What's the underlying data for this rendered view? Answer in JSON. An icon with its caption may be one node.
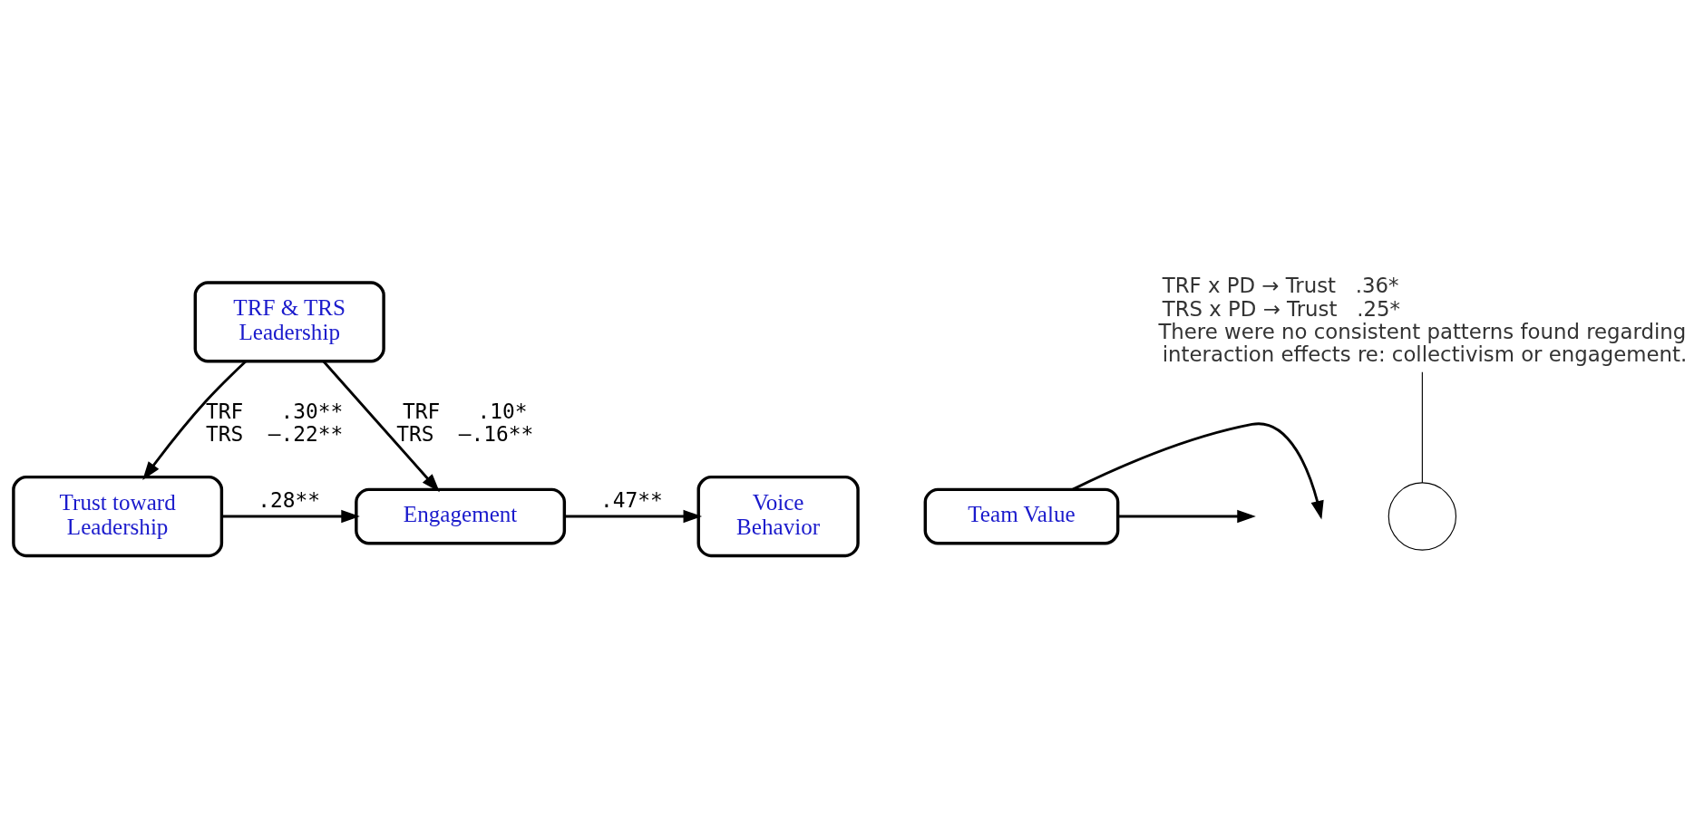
{
  "diagram": {
    "nodes": [
      {
        "text": [
          "TRF & TRS Leadership"
        ]
      },
      {
        "text": [
          "Team Value"
        ]
      },
      {
        "text": [
          "Trust toward Leadership"
        ]
      },
      {
        "text": [
          "Engagement"
        ]
      },
      {
        "text": [
          "Voice Behavior"
        ]
      },
      {
        "text": [],
        "shape": "circle"
      },
      {
        "text": [
          "TRF x PD → Trust   .36*",
          "TRS x PD → Trust   .25*",
          "There were no consistent patterns found regarding interaction effects re: collectivism or engagement."
        ]
      }
    ],
    "edges": [
      {
        "from": 0,
        "to": 2,
        "arrow": "to",
        "label": "TRF   .30** TRS  –.22**"
      },
      {
        "from": 0,
        "to": 3,
        "arrow": "to",
        "label": "TRF   .10* TRS  –.16**"
      },
      {
        "from": 1,
        "to": null,
        "arrow": "to"
      },
      {
        "from": 1,
        "to": null,
        "arrow": "to"
      },
      {
        "from": 6,
        "to": 5,
        "arrow": "none"
      },
      {
        "from": 2,
        "to": 3,
        "arrow": "to",
        "label": ".28**"
      },
      {
        "from": 3,
        "to": 4,
        "arrow": "to",
        "label": ".47**"
      }
    ]
  }
}
